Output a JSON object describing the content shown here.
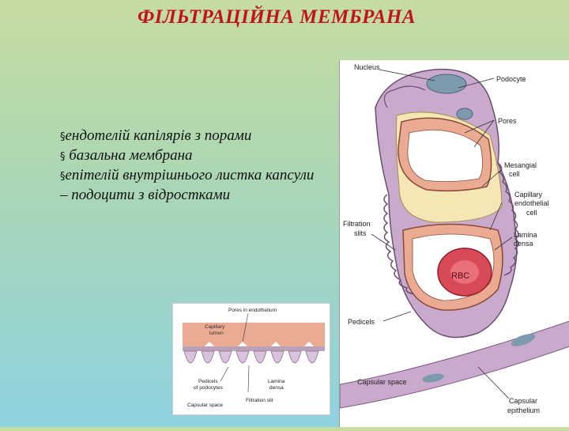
{
  "slide": {
    "title": "ФІЛЬТРАЦІЙНА МЕМБРАНА",
    "bullet_marker": "§",
    "bullets": [
      "ендотелій капілярів з порами",
      " базальна мембрана",
      "епітелій внутрішнього листка капсули – подоцити з відростками"
    ]
  },
  "main_figure": {
    "labels": {
      "nucleus": "Nucleus",
      "podocyte": "Podocyte",
      "pores": "Pores",
      "mesangial_1": "Mesangial",
      "mesangial_2": "cell",
      "capillary_1": "Capillary",
      "capillary_2": "endothelial",
      "capillary_3": "cell",
      "filtration_1": "Filtration",
      "filtration_2": "slits",
      "lamina_1": "Lamina",
      "lamina_2": "densa",
      "rbc": "RBC",
      "pedicels": "Pedicels",
      "capsular_space": "Capsular space",
      "capsular_epi_1": "Capsular",
      "capsular_epi_2": "epithelium"
    }
  },
  "small_figure": {
    "labels": {
      "pores_endothelium": "Pores in endothelium",
      "capillary_lumen_1": "Capillary",
      "capillary_lumen_2": "lumen",
      "pedicels_1": "Pedicels",
      "pedicels_2": "of podocytes",
      "lamina_1": "Lamina",
      "lamina_2": "densa",
      "capsular_space": "Capsular space",
      "filtration_slit": "Filtration slit"
    }
  },
  "colors": {
    "title": "#c0141c",
    "podocyte": "#c9a9cc",
    "endothelium": "#ebaa92",
    "mesangial": "#f5e6b5",
    "nucleus": "#7e9aae",
    "rbc": "#d94a58"
  }
}
